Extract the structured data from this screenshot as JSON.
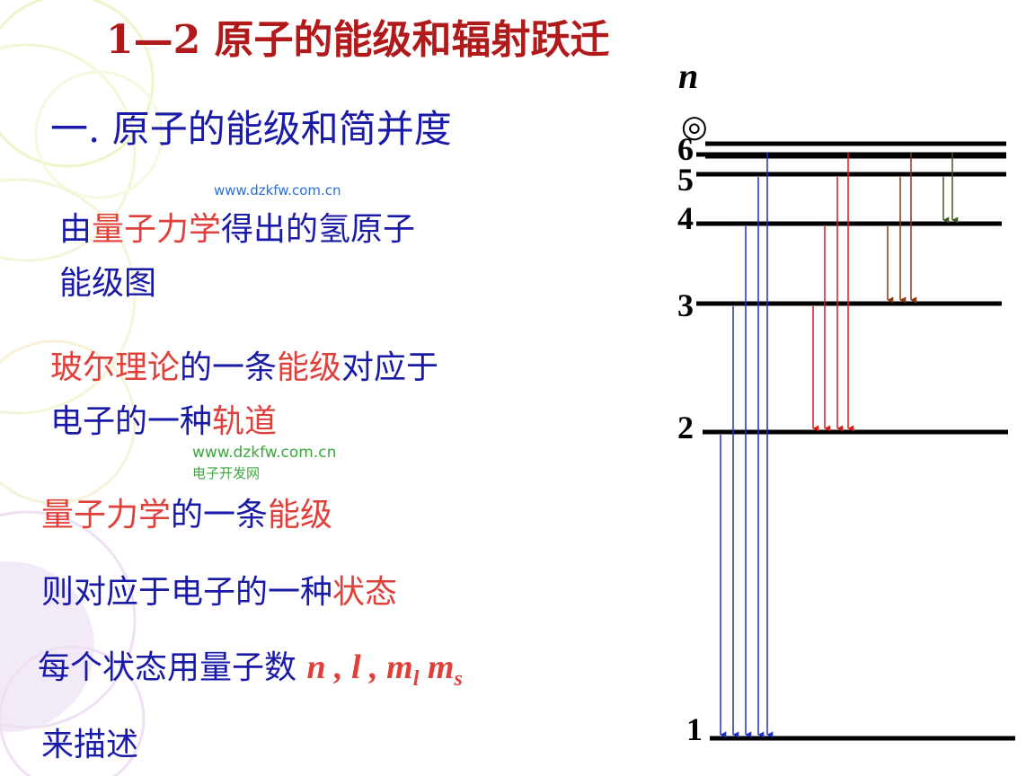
{
  "title": "1—2 原子的能级和辐射跃迁",
  "section_heading": "一. 原子的能级和简并度",
  "watermarks": {
    "top_url": "www.dzkfw.com.cn",
    "mid_url": "www.dzkfw.com.cn",
    "mid_name": "电子开发网"
  },
  "para1": {
    "part1": "由",
    "part2": "量子力学",
    "part3": "得出的氢原子",
    "line2": "能级图"
  },
  "para2": {
    "part1": "玻尔理论",
    "part2": "的一条",
    "part3": "能级",
    "part4": "对应于",
    "line2_a": "电子的一种",
    "line2_b": "轨道"
  },
  "para3": {
    "part1": "量子力学",
    "part2": "的一条",
    "part3": "能级"
  },
  "para4": {
    "part1": "则对应于电子的一种",
    "part2": "状态"
  },
  "para5": {
    "text": "每个状态用量子数",
    "formula_n": "n",
    "formula_comma1": " , ",
    "formula_l": "l",
    "formula_comma2": " , ",
    "formula_m": "m",
    "formula_ml_sub": "l",
    "formula_space": " ",
    "formula_ms": "m",
    "formula_ms_sub": "s"
  },
  "para6": {
    "text": "来描述"
  },
  "energy_diagram": {
    "axis_label": "n",
    "infinity_symbol": "◎",
    "levels": [
      {
        "n": "1",
        "label": "1"
      },
      {
        "n": "2",
        "label": "2"
      },
      {
        "n": "3",
        "label": "3"
      },
      {
        "n": "4",
        "label": "4"
      },
      {
        "n": "5",
        "label": "5"
      },
      {
        "n": "6",
        "label": "6"
      }
    ],
    "series": [
      {
        "name_hidden": true,
        "to_level": 1,
        "from_levels": [
          2,
          3,
          4,
          5,
          6
        ],
        "color": "#1f2fd0"
      },
      {
        "name_hidden": true,
        "to_level": 2,
        "from_levels": [
          3,
          4,
          5,
          6
        ],
        "color": "#e01818"
      },
      {
        "name_hidden": true,
        "to_level": 3,
        "from_levels": [
          4,
          5,
          6
        ],
        "color": "#8b3a10"
      },
      {
        "name_hidden": true,
        "to_level": 4,
        "from_levels": [
          5,
          6
        ],
        "color": "#3d5a20"
      }
    ],
    "line_color": "#000000"
  },
  "colors": {
    "title": "#b11a1a",
    "text_blue": "#1a1aa8",
    "text_red": "#e0403a",
    "watermark_green": "#3da63d",
    "watermark_blue": "#2a6fd6"
  }
}
